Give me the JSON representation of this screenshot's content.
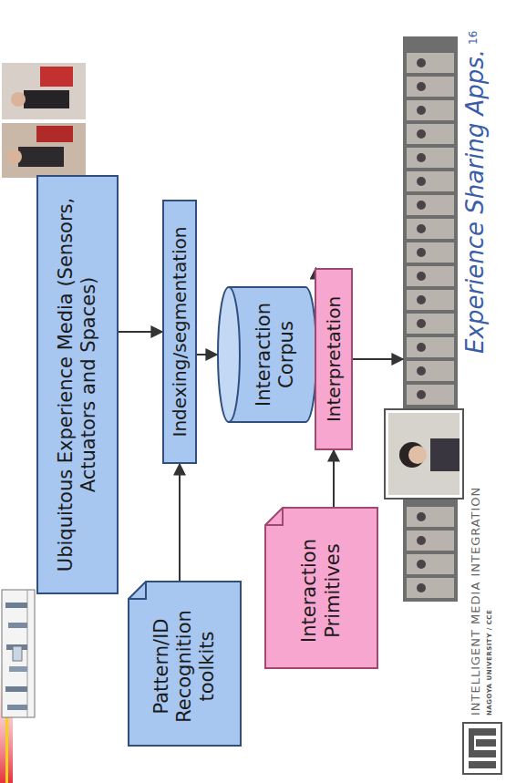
{
  "diagram": {
    "nodes": [
      {
        "text": [
          "Ubiquitous Experience Media (Sensors, Actuators and Spaces)"
        ]
      },
      {
        "text": [
          "Pattern/ID Recognition toolkits"
        ]
      },
      {
        "text": [
          "Indexing/segmentation"
        ]
      },
      {
        "text": [
          "Interaction Corpus"
        ]
      },
      {
        "text": [
          "Interaction Primitives"
        ]
      },
      {
        "text": [
          "Interpretation"
        ]
      },
      {
        "text": [
          "Experience Sharing Apps."
        ]
      }
    ],
    "edges": [
      {
        "from": 0,
        "to": 2,
        "arrow": "to"
      },
      {
        "from": 1,
        "to": 2,
        "arrow": "to"
      },
      {
        "from": 2,
        "to": 3,
        "arrow": "to"
      },
      {
        "from": 3,
        "to": 5,
        "arrow": "to"
      },
      {
        "from": 4,
        "to": 5,
        "arrow": "to"
      },
      {
        "from": 5,
        "to": 6,
        "arrow": "to"
      }
    ],
    "labels": [
      "16",
      "INTELLIGENT MEDIA INTEGRATION",
      "NAGOYA UNIVERSITY / CCE"
    ]
  }
}
